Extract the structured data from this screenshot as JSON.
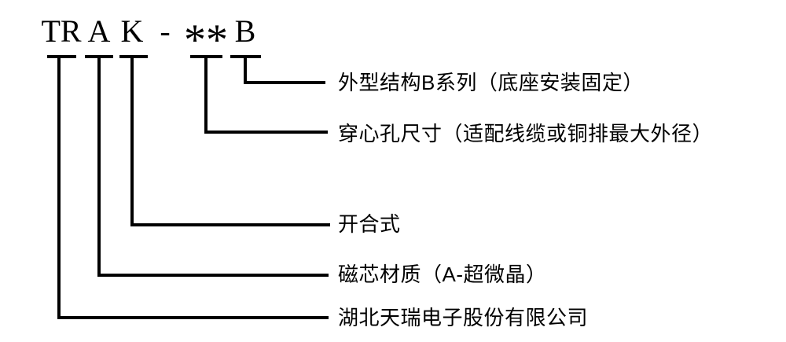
{
  "model_code": {
    "full": "TR A K - ** B",
    "parts": [
      {
        "id": "company-prefix",
        "text": "TR"
      },
      {
        "id": "core-material",
        "text": "A"
      },
      {
        "id": "split-core",
        "text": "K"
      },
      {
        "id": "separator",
        "text": "-"
      },
      {
        "id": "hole-size",
        "text": "**"
      },
      {
        "id": "series",
        "text": "B"
      }
    ]
  },
  "legend": [
    {
      "code": "B",
      "label": "外型结构B系列（底座安装固定）"
    },
    {
      "code": "**",
      "label": "穿心孔尺寸（适配线缆或铜排最大外径）"
    },
    {
      "code": "K",
      "label": "开合式"
    },
    {
      "code": "A",
      "label": "磁芯材质（A-超微晶）"
    },
    {
      "code": "TR",
      "label": "湖北天瑞电子股份有限公司"
    }
  ],
  "colors": {
    "ink": "#000000",
    "background": "#ffffff"
  }
}
